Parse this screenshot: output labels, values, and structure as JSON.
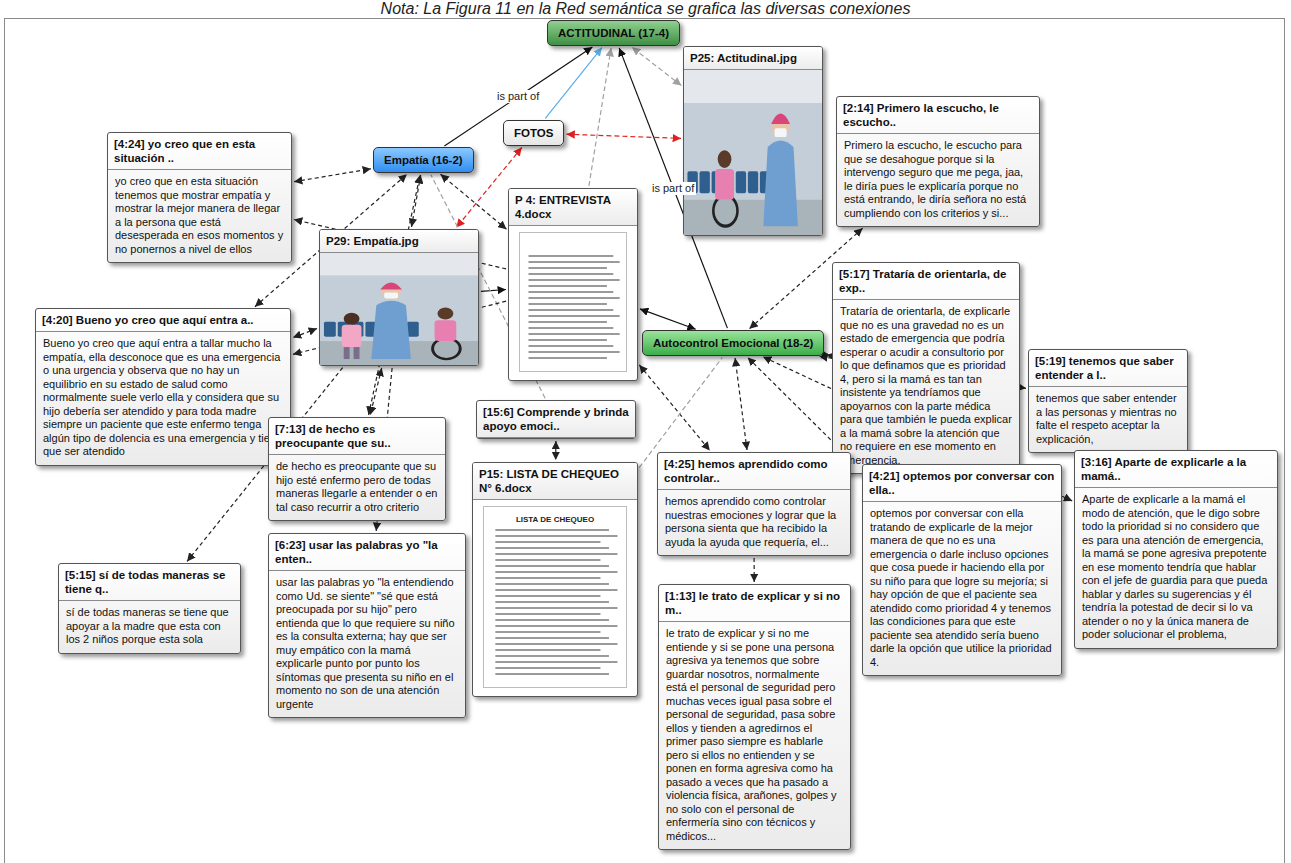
{
  "diagram": {
    "nodes": [
      {
        "text": [
          "ACTITUDINAL (17-4)"
        ]
      },
      {
        "text": [
          "FOTOS"
        ]
      },
      {
        "text": [
          "Empatía (16-2)"
        ]
      },
      {
        "text": [
          "P25: Actitudinal.jpg"
        ]
      },
      {
        "text": [
          "[2:14] Primero la escucho, le escucho..",
          "Primero la escucho, le escucho para que se desahogue porque si la intervengo seguro que me pega, jaa, le diría pues le explicaría porque no está entrando, le diría señora no está cumpliendo con los criterios y si..."
        ]
      },
      {
        "text": [
          "[4:24] yo creo que en esta situación ..",
          "yo creo que en esta situación tenemos que mostrar empatía y mostrar la mejor manera de llegar a la persona que está desesperada en esos momentos y no ponernos a nivel de ellos"
        ]
      },
      {
        "text": [
          "P29: Empatía.jpg"
        ]
      },
      {
        "text": [
          "P 4: ENTREVISTA 4.docx"
        ]
      },
      {
        "text": [
          "[4:20] Bueno yo creo que aquí entra a..",
          "Bueno yo creo que aquí entra a tallar mucho la empatía, ella desconoce que es una emergencia o una urgencia y observa que no hay un equilibrio en su estado de salud como normalmente suele verlo ella y considera que su hijo debería ser atendido y para toda madre siempre un paciente que este enfermo tenga algún tipo de dolencia es una emergencia y tiene que ser atendido"
        ]
      },
      {
        "text": [
          "Autocontrol Emocional (18-2)"
        ]
      },
      {
        "text": [
          "[5:17] Trataría de orientarla, de exp..",
          "Trataría de orientarla, de explicarle que no es una gravedad no es un estado de emergencia que podría esperar o acudir a consultorio por lo que definamos que es prioridad 4, pero si la mamá es tan tan insistente ya tendríamos que apoyarnos con la parte médica para que también le pueda explicar a la mamá sobre la atención que no requiere en ese momento en emergencia."
        ]
      },
      {
        "text": [
          "[5:19] tenemos que saber entender a l..",
          "tenemos que saber entender a las personas y mientras no falte el respeto aceptar la explicación,"
        ]
      },
      {
        "text": [
          "[15:6] Comprende y brinda apoyo emoci.."
        ]
      },
      {
        "text": [
          "[7:13] de hecho es preocupante que su..",
          "de hecho es preocupante que su hijo esté enfermo pero de todas maneras llegarle a entender o en tal caso recurrir a otro criterio"
        ]
      },
      {
        "text": [
          "P15: LISTA DE CHEQUEO N° 6.docx"
        ]
      },
      {
        "text": [
          "[4:25] hemos aprendido como controlar..",
          "hemos aprendido como controlar nuestras emociones y lograr que la persona sienta que ha recibido la ayuda la ayuda que requería, el..."
        ]
      },
      {
        "text": [
          "[4:21] optemos por conversar con ella..",
          "optemos por conversar con ella tratando de explicarle de la mejor manera de que no es una emergencia o darle incluso opciones que cosa puede ir haciendo ella por su niño para que logre su mejoría; si hay opción de que el paciente sea atendido como prioridad 4 y tenemos las condiciones para que este paciente sea atendido sería bueno darle la opción que utilice la prioridad 4."
        ]
      },
      {
        "text": [
          "[3:16] Aparte de explicarle a la mamá..",
          "Aparte de explicarle a la mamá el modo de atención, que le digo sobre todo la prioridad si no considero que es para una atención de emergencia, la mamá se pone agresiva prepotente en ese momento tendría que hablar con el jefe de guardia para que pueda hablar y darles su sugerencias y él tendría la potestad de decir si lo va atender o no y la única manera de poder solucionar el problema,"
        ]
      },
      {
        "text": [
          "[5:15] sí de todas maneras se tiene q..",
          "sí de todas maneras se tiene que apoyar a la madre que esta con los 2 niños porque esta sola"
        ]
      },
      {
        "text": [
          "[6:23] usar las palabras yo \"la enten..",
          "usar las palabras yo \"la entendiendo como Ud. se siente\" \"sé que está preocupada por su hijo\" pero entienda que lo que requiere su niño es la consulta externa; hay que ser muy empático con la mamá explicarle punto por punto los síntomas que presenta su niño en el momento no son de una atención urgente"
        ]
      },
      {
        "text": [
          "[1:13] le trato de explicar y si no m..",
          "le trato de explicar y si no me entiende y si se pone una persona agresiva ya tenemos que sobre guardar nosotros, normalmente está el personal de seguridad pero muchas veces igual pasa sobre el personal de seguridad, pasa sobre ellos y tienden a agredirnos el primer paso siempre es hablarle pero si ellos no entienden y se ponen en forma agresiva como ha pasado a veces que ha pasado a violencia física, arañones, golpes y no solo con el personal de enfermería sino con técnicos y médicos..."
        ]
      }
    ],
    "edges": [
      {
        "from": 2,
        "to": 0,
        "arrow": "to",
        "label": "is part of"
      },
      {
        "from": 9,
        "to": 0,
        "arrow": "to",
        "label": "is part of"
      },
      {
        "from": 1,
        "to": 0,
        "arrow": "to"
      },
      {
        "from": 7,
        "to": 0,
        "arrow": "to"
      },
      {
        "from": 3,
        "to": 0,
        "arrow": "both"
      },
      {
        "from": 1,
        "to": 3,
        "arrow": "both"
      },
      {
        "from": 1,
        "to": 6,
        "arrow": "both"
      },
      {
        "from": 5,
        "to": 2,
        "arrow": "both"
      },
      {
        "from": 6,
        "to": 2,
        "arrow": "both"
      },
      {
        "from": 7,
        "to": 2,
        "arrow": "both"
      },
      {
        "from": 8,
        "to": 2,
        "arrow": "both"
      },
      {
        "from": 13,
        "to": 2,
        "arrow": "both"
      },
      {
        "from": 6,
        "to": 8,
        "arrow": "both"
      },
      {
        "from": 6,
        "to": 18,
        "arrow": "to"
      },
      {
        "from": 6,
        "to": 13,
        "arrow": "both"
      },
      {
        "from": 6,
        "to": 19,
        "arrow": "to"
      },
      {
        "from": 6,
        "to": 7,
        "arrow": "to"
      },
      {
        "from": 7,
        "to": 9,
        "arrow": "both"
      },
      {
        "from": 4,
        "to": 9,
        "arrow": "both"
      },
      {
        "from": 10,
        "to": 9,
        "arrow": "both"
      },
      {
        "from": 11,
        "to": 9,
        "arrow": "both"
      },
      {
        "from": 16,
        "to": 9,
        "arrow": "both"
      },
      {
        "from": 17,
        "to": 9,
        "arrow": "both"
      },
      {
        "from": 15,
        "to": 9,
        "arrow": "both"
      },
      {
        "from": 15,
        "to": 20,
        "arrow": "to"
      },
      {
        "from": 12,
        "to": 14,
        "arrow": "both"
      },
      {
        "from": 7,
        "to": 15,
        "arrow": "both"
      },
      {
        "from": 12,
        "to": 2,
        "arrow": "none"
      },
      {
        "from": 14,
        "to": 9,
        "arrow": "none"
      },
      {
        "from": 7,
        "to": 5,
        "arrow": "to"
      },
      {
        "from": 7,
        "to": 8,
        "arrow": "to"
      }
    ],
    "labels": [
      "Nota: La Figura 11 en la Red semántica se grafica las diversas conexiones",
      "LISTA DE CHEQUEO"
    ]
  }
}
